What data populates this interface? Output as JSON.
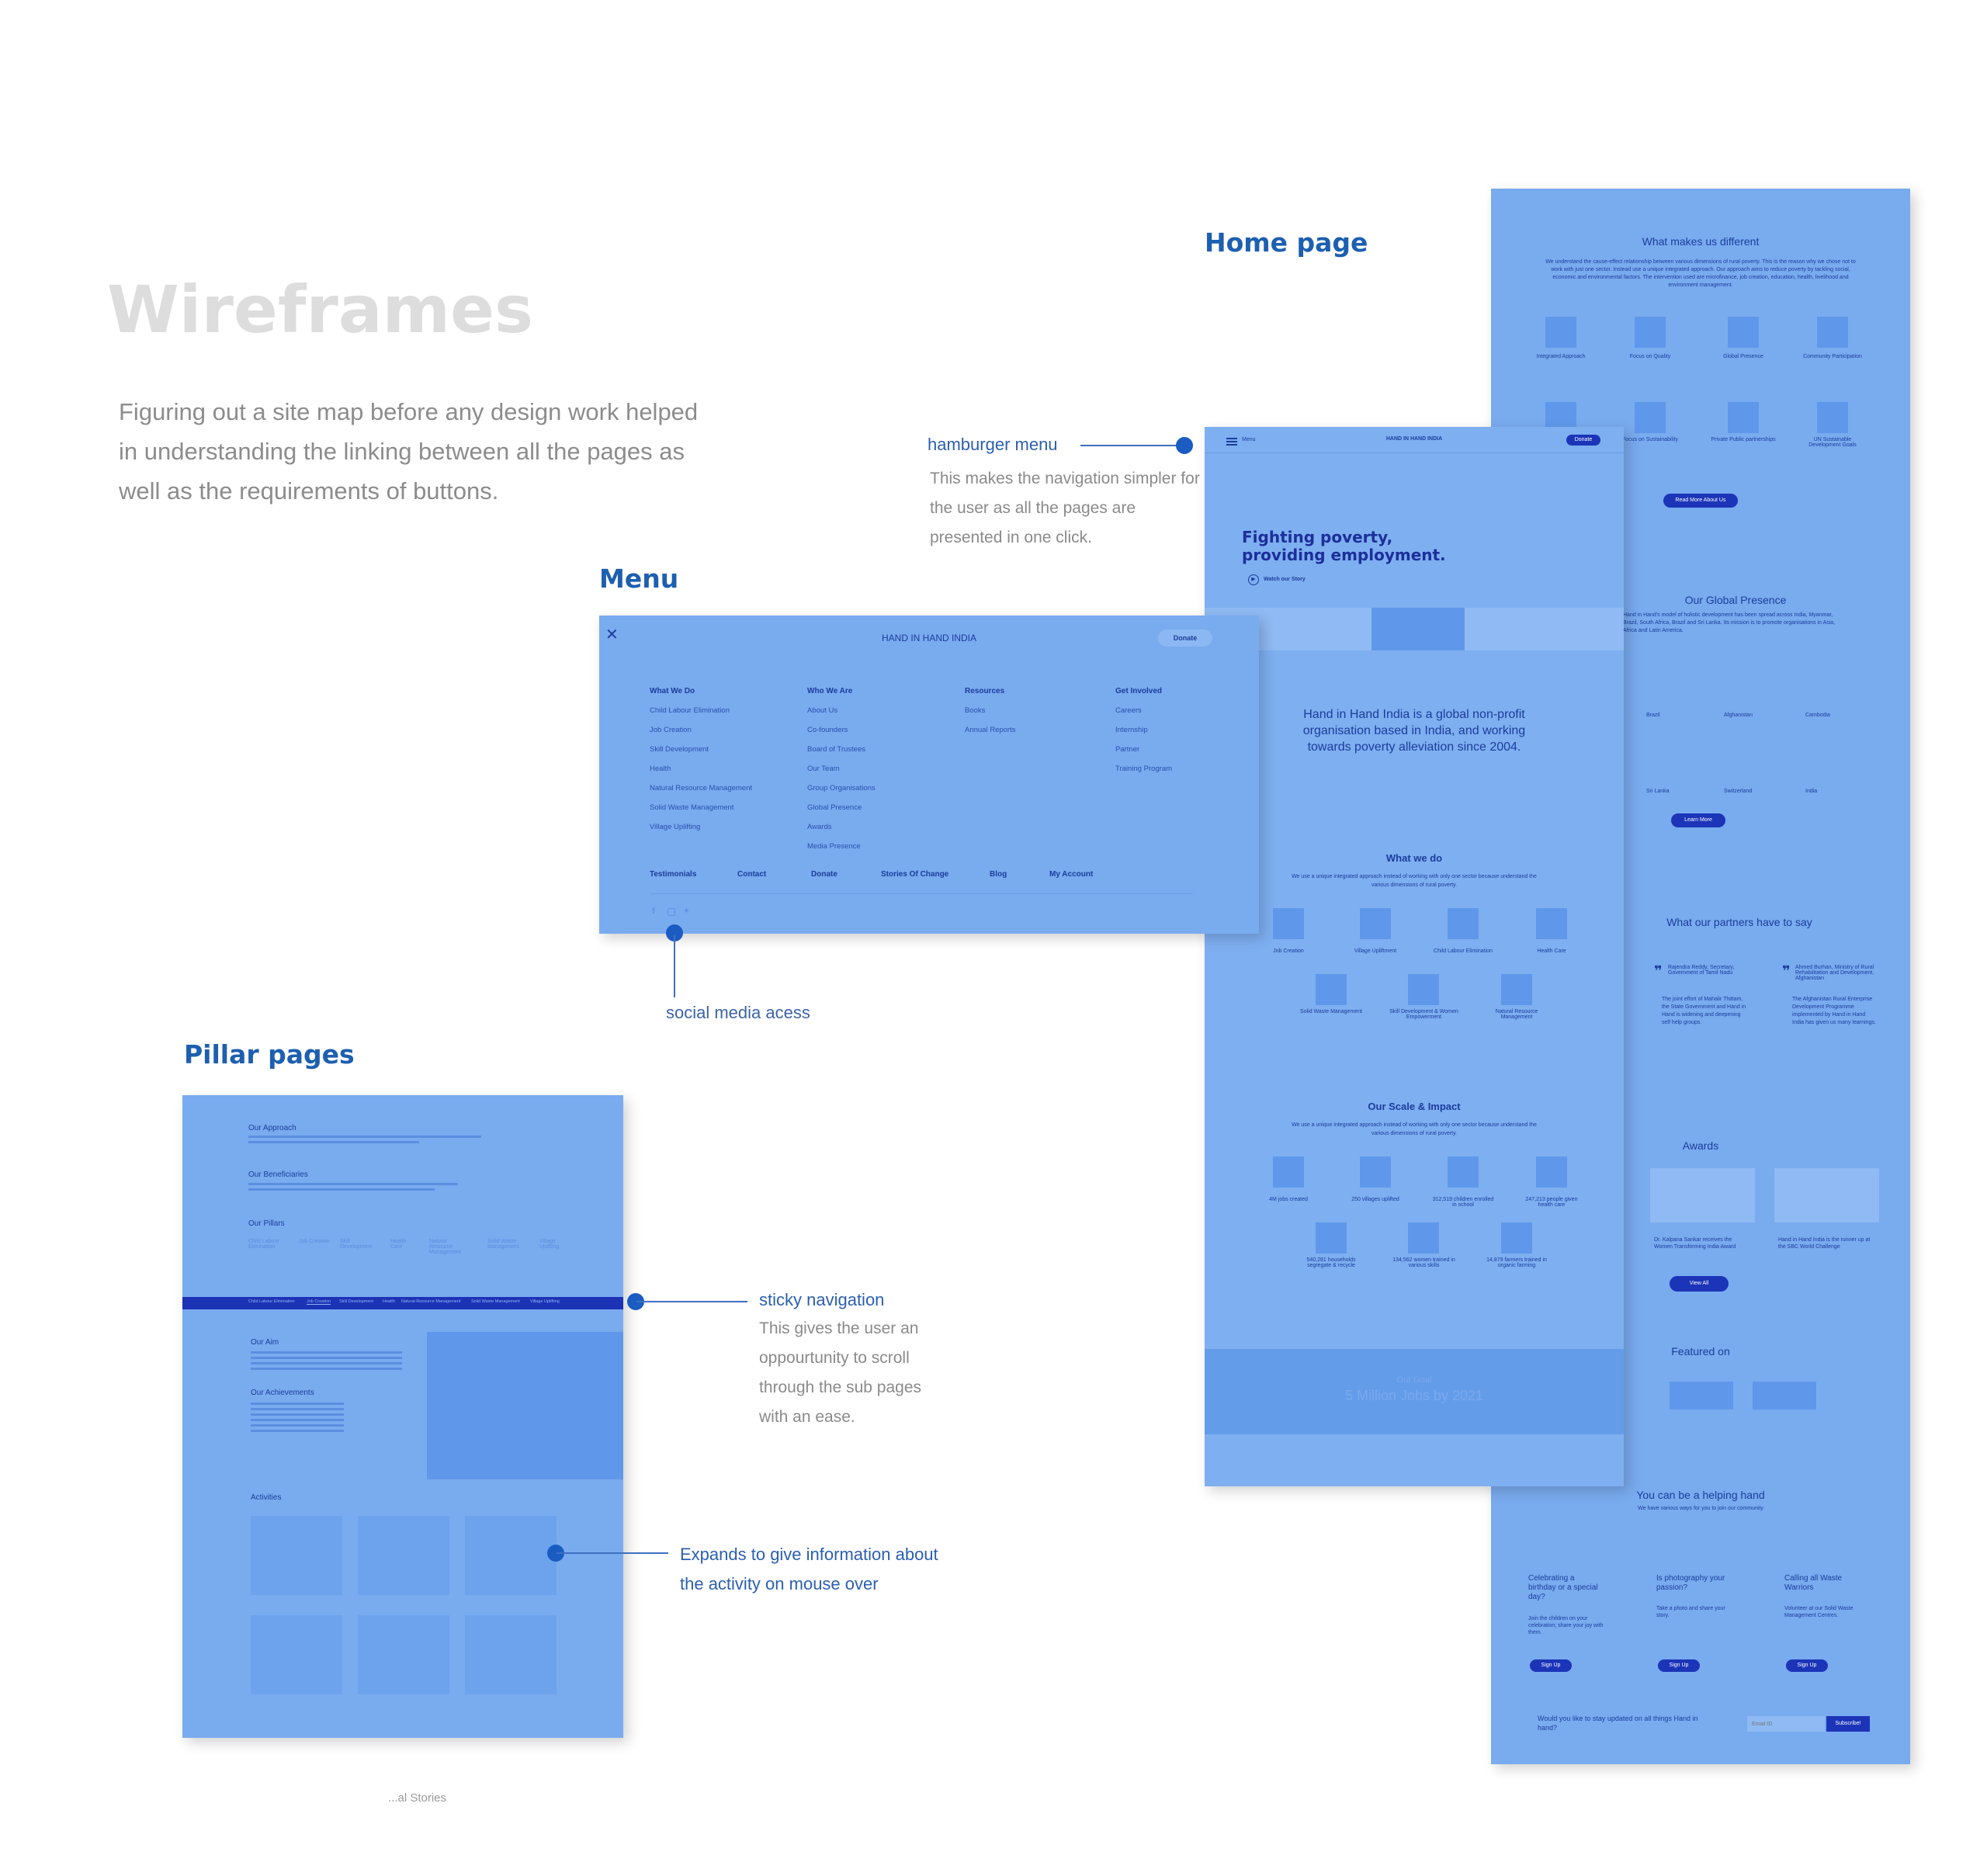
{
  "page": {
    "title": "Wireframes",
    "intro": "Figuring out a site map before any design work helped in understanding the linking between all the pages as well as the requirements of buttons."
  },
  "sections": {
    "home": "Home page",
    "menu": "Menu",
    "pillar": "Pillar pages"
  },
  "annotations": {
    "hamburger_title": "hamburger menu",
    "hamburger_body": "This makes the navigation simpler for the user as all the pages are presented in one click.",
    "social": "social media acess",
    "sticky_title": "sticky navigation",
    "sticky_body": "This gives the user an oppourtunity to scroll through the sub pages with an ease.",
    "expands": "Expands to give information about the activity on mouse over"
  },
  "menu_panel": {
    "brand": "HAND IN HAND INDIA",
    "donate": "Donate",
    "close_icon": "close-icon",
    "columns": [
      {
        "heading": "What We Do",
        "items": [
          "Child Labour Elimination",
          "Job Creation",
          "Skill Development",
          "Health",
          "Natural Resource Management",
          "Solid Waste Management",
          "Village Uplifting"
        ]
      },
      {
        "heading": "Who We Are",
        "items": [
          "About Us",
          "Co-founders",
          "Board of Trustees",
          "Our Team",
          "Group Organisations",
          "Global Presence",
          "Awards",
          "Media Presence"
        ]
      },
      {
        "heading": "Resources",
        "items": [
          "Books",
          "Annual Reports"
        ]
      },
      {
        "heading": "Get Involved",
        "items": [
          "Careers",
          "Internship",
          "Partner",
          "Training Program"
        ]
      }
    ],
    "bottom_links": [
      "Testimonials",
      "Contact",
      "Donate",
      "Stories Of Change",
      "Blog",
      "My Account"
    ],
    "social_icons": [
      "facebook-icon",
      "instagram-icon",
      "twitter-icon"
    ]
  },
  "home_front": {
    "menu_label": "Menu",
    "brand": "HAND IN HAND INDIA",
    "donate": "Donate",
    "hero_line1": "Fighting poverty,",
    "hero_line2": "providing employment.",
    "watch": "Watch our Story",
    "about": "Hand in Hand India is a global non-profit organisation based in India, and working towards poverty alleviation since 2004.",
    "what_we_do_title": "What we do",
    "what_we_do_sub": "We use a unique integrated approach instead of working with only one sector because understand the various dimensions of rural poverty.",
    "wwd_row1": [
      "Job Creation",
      "Village Upliftment",
      "Child Labour Elimination",
      "Health Care"
    ],
    "wwd_row2": [
      "Solid Waste Management",
      "Skill Development & Women Empowerment",
      "Natural Resource Management"
    ],
    "impact_title": "Our Scale & Impact",
    "impact_sub": "We use a unique integrated approach instead of working with only one sector because understand the various dimensions of rural poverty.",
    "impact_row1": [
      "4M jobs created",
      "250 villages uplifted",
      "312,519 children enrolled in school",
      "247,213 people given health care"
    ],
    "impact_row2": [
      "540,281 households segregate & recycle",
      "134,562 women trained in various skills",
      "14,879 farmers trained in organic farming"
    ],
    "goal_label": "Our Goal",
    "goal_text": "5 Million Jobs by 2021"
  },
  "home_back": {
    "diff_title": "What makes us different",
    "diff_sub": "We understand the cause-effect relationship between various dimensions of rural poverty. This is the reason why we chose not to work with just one sector. Instead use a unique integrated approach. Our approach aims to reduce poverty by tackling social, economic and environmental factors. The intervention used are microfinance, job creation, education, health, livelihood and environment management.",
    "diff_row1": [
      "Integrated Approach",
      "Focus on Quality",
      "Global Presence",
      "Community Participation"
    ],
    "diff_row2": [
      "Focus on Sustainability",
      "Private Public partnerships",
      "UN Sustainable Development Goals"
    ],
    "read_more": "Read More About Us",
    "global_title": "Our Global Presence",
    "global_sub": "Hand in Hand's model of holistic development has been spread across India, Myanmar, Brazil, South Africa, Brazil and Sri Lanka. Its mission is to promote organisations in Asia, Africa and Latin America.",
    "countries_row1": [
      "Brazil",
      "Afghanistan",
      "Cambodia"
    ],
    "countries_row2": [
      "Sri Lanka",
      "Switzerland",
      "India"
    ],
    "learn_more": "Learn More",
    "partners_title": "What our partners have to say",
    "quotes": [
      {
        "name": "Rajendra Reddy, Secretary, Government of Tamil Nadu",
        "text": "The joint effort of Mahalir Thittam, the State Government and Hand in Hand is widening and deepening self help groups."
      },
      {
        "name": "Ahmed Burhan, Ministry of Rural Rehabilitation and Development, Afghanistan",
        "text": "The Afghanistan Rural Enterprise Development Programme implemented by Hand in Hand India has given us many learnings."
      }
    ],
    "awards_title": "Awards",
    "awards": [
      "Dr. Kalpana Sankar receives the Women Transforming India Award",
      "Hand in Hand India is the runner up at the SBC World Challenge"
    ],
    "view_all": "View All",
    "featured_title": "Featured on",
    "helping_title": "You can be a helping hand",
    "helping_sub": "We have various ways for you to join our community",
    "cards": [
      {
        "title": "Celebrating a birthday or a special day?",
        "body": "Join the children on your celebration; share your joy with them.",
        "button": "Sign Up"
      },
      {
        "title": "Is photography your passion?",
        "body": "Take a photo and share your story.",
        "button": "Sign Up"
      },
      {
        "title": "Calling all Waste Warriors",
        "body": "Volunteer at our Solid Waste Management Centres.",
        "button": "Sign Up"
      }
    ],
    "newsletter": "Would you like to stay updated on all things Hand in hand?",
    "email_placeholder": "Email ID",
    "subscribe": "Subscribe!"
  },
  "pillar_panel": {
    "approach": "Our Approach",
    "beneficiaries": "Our Beneficiaries",
    "pillars_label": "Our Pillars",
    "pillars": [
      "Child Labour Elimination",
      "Job Creation",
      "Skill Development",
      "Health Care",
      "Natural Resource Management",
      "Solid Waste Management",
      "Village Uplifting"
    ],
    "sticky_items": [
      "Child Labour Elimination",
      "Job Creation",
      "Skill Development",
      "Health",
      "Natural Resource Management",
      "Solid Waste Management",
      "Village Uplifting"
    ],
    "aim": "Our Aim",
    "achievements": "Our Achievements",
    "activities": "Activities"
  },
  "footer_fragment": "...al Stories"
}
